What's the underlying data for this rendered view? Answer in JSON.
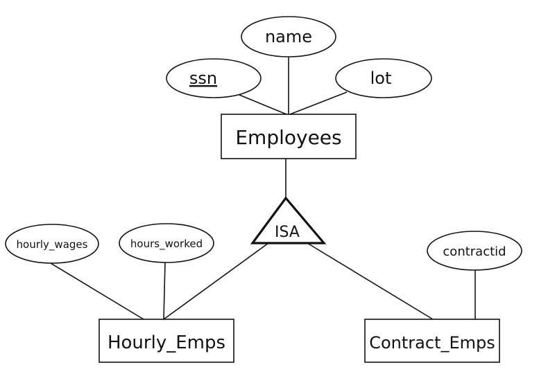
{
  "entities": {
    "employees": "Employees",
    "hourly_emps": "Hourly_Emps",
    "contract_emps": "Contract_Emps"
  },
  "attributes": {
    "ssn": "ssn",
    "name": "name",
    "lot": "lot",
    "hourly_wages": "hourly_wages",
    "hours_worked": "hours_worked",
    "contractid": "contractid"
  },
  "isa": "ISA",
  "key_attribute": "ssn"
}
